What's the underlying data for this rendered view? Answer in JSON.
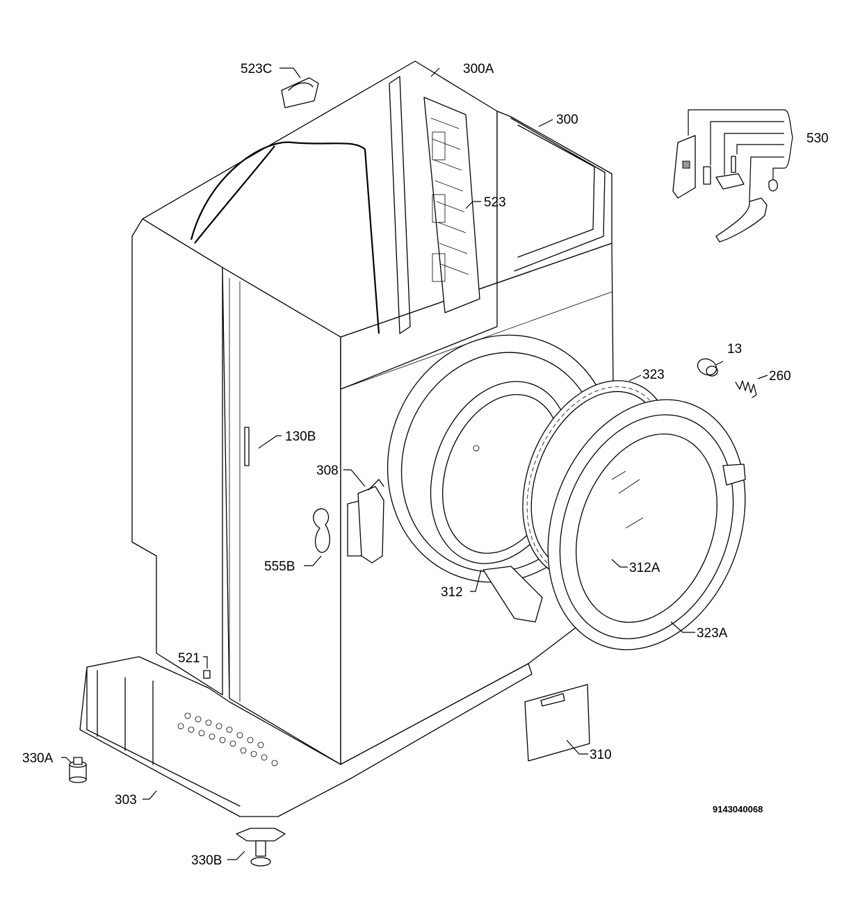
{
  "labels": {
    "l523c": "523C",
    "l300a": "300A",
    "l300": "300",
    "l530": "530",
    "l523": "523",
    "l13": "13",
    "l323": "323",
    "l260": "260",
    "l130b": "130B",
    "l308": "308",
    "l555b": "555B",
    "l312": "312",
    "l312a": "312A",
    "l323a": "323A",
    "l521": "521",
    "l310": "310",
    "l330a": "330A",
    "l303": "303",
    "l330b": "330B"
  },
  "doc_number": "9143040068"
}
